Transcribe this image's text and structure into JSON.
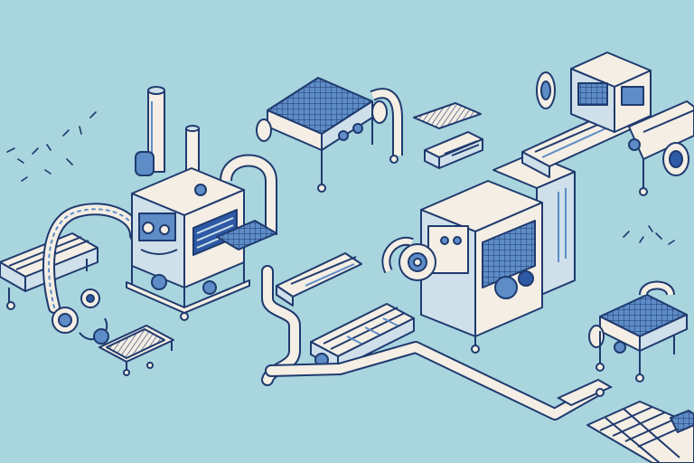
{
  "scene": {
    "kind": "isometric factory illustration",
    "palette": {
      "background": "#a9d5df",
      "outline": "#1f3a6e",
      "panel_light": "#f4eee4",
      "panel_shadow": "#cfe0ea",
      "accent_blue": "#5d8cc7",
      "accent_deep": "#2e5aa5"
    },
    "elements": [
      "processing-machine-left",
      "processing-machine-center",
      "packaging-machine-top-right",
      "solar-panel-array-top",
      "solar-panel-array-right",
      "conveyor-belts",
      "pipe-network",
      "chimney-stacks",
      "crate-stack",
      "grid-panel-bottom-right"
    ]
  }
}
